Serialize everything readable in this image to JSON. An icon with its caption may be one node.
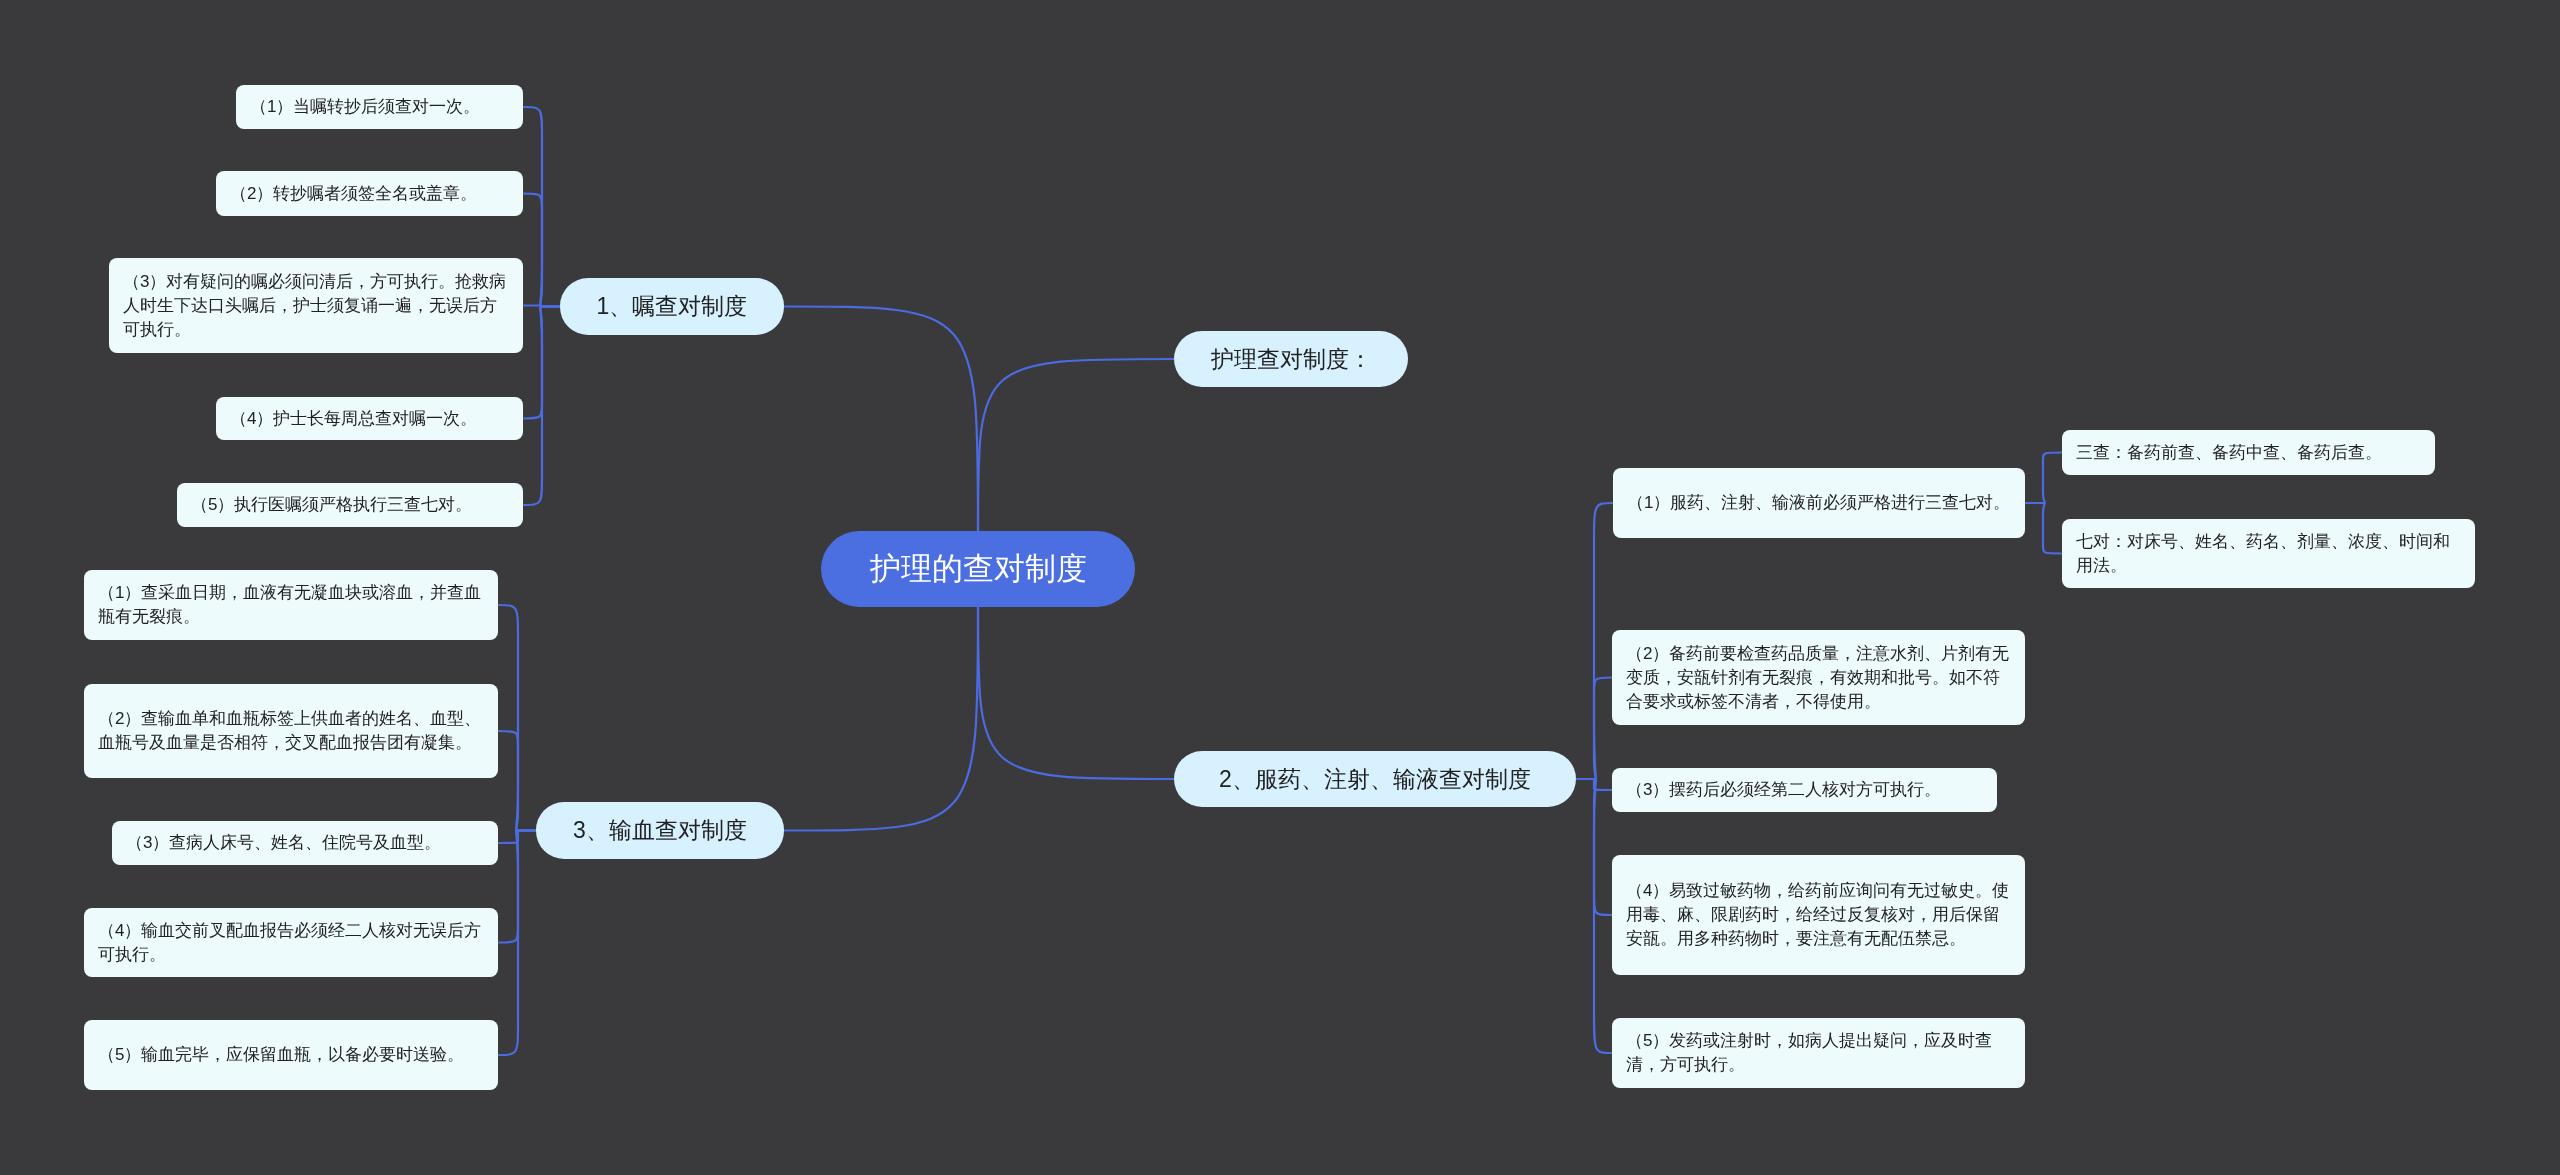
{
  "diagram": {
    "nodes": [
      {
        "text": [
          "护理的查对制度"
        ]
      },
      {
        "text": [
          "护理查对制度："
        ]
      },
      {
        "text": [
          "1、嘱查对制度"
        ]
      },
      {
        "text": [
          "（1）当嘱转抄后须查对一次。"
        ]
      },
      {
        "text": [
          "（2）转抄嘱者须签全名或盖章。"
        ]
      },
      {
        "text": [
          "（3）对有疑问的嘱必须问清后，方可执行。抢救病人时生下达口头嘱后，护士须复诵一遍，无误后方可执行。"
        ]
      },
      {
        "text": [
          "（4）护士长每周总查对嘱一次。"
        ]
      },
      {
        "text": [
          "（5）执行医嘱须严格执行三查七对。"
        ]
      },
      {
        "text": [
          "2、服药、注射、输液查对制度"
        ]
      },
      {
        "text": [
          "（1）服药、注射、输液前必须严格进行三查七对。"
        ]
      },
      {
        "text": [
          "三查：备药前查、备药中查、备药后查。"
        ]
      },
      {
        "text": [
          "七对：对床号、姓名、药名、剂量、浓度、时间和用法。"
        ]
      },
      {
        "text": [
          "（2）备药前要检查药品质量，注意水剂、片剂有无变质，安瓿针剂有无裂痕，有效期和批号。如不符合要求或标签不清者，不得使用。"
        ]
      },
      {
        "text": [
          "（3）摆药后必须经第二人核对方可执行。"
        ]
      },
      {
        "text": [
          "（4）易致过敏药物，给药前应询问有无过敏史。使用毒、麻、限剧药时，给经过反复核对，用后保留安瓿。用多种药物时，要注意有无配伍禁忌。"
        ]
      },
      {
        "text": [
          "（5）发药或注射时，如病人提出疑问，应及时查清，方可执行。"
        ]
      },
      {
        "text": [
          "3、输血查对制度"
        ]
      },
      {
        "text": [
          "（1）查采血日期，血液有无凝血块或溶血，并查血瓶有无裂痕。"
        ]
      },
      {
        "text": [
          "（2）查输血单和血瓶标签上供血者的姓名、血型、血瓶号及血量是否相符，交叉配血报告团有凝集。"
        ]
      },
      {
        "text": [
          "（3）查病人床号、姓名、住院号及血型。"
        ]
      },
      {
        "text": [
          "（4）输血交前叉配血报告必须经二人核对无误后方可执行。"
        ]
      },
      {
        "text": [
          "（5）输血完毕，应保留血瓶，以备必要时送验。"
        ]
      }
    ],
    "edges": [
      {
        "from": 0,
        "to": 1,
        "arrow": "none"
      },
      {
        "from": 0,
        "to": 2,
        "arrow": "none"
      },
      {
        "from": 2,
        "to": 3,
        "arrow": "none"
      },
      {
        "from": 2,
        "to": 4,
        "arrow": "none"
      },
      {
        "from": 2,
        "to": 5,
        "arrow": "none"
      },
      {
        "from": 2,
        "to": 6,
        "arrow": "none"
      },
      {
        "from": 2,
        "to": 7,
        "arrow": "none"
      },
      {
        "from": 0,
        "to": 8,
        "arrow": "none"
      },
      {
        "from": 8,
        "to": 9,
        "arrow": "none"
      },
      {
        "from": 9,
        "to": 10,
        "arrow": "none"
      },
      {
        "from": 9,
        "to": 11,
        "arrow": "none"
      },
      {
        "from": 8,
        "to": 12,
        "arrow": "none"
      },
      {
        "from": 8,
        "to": 13,
        "arrow": "none"
      },
      {
        "from": 8,
        "to": 14,
        "arrow": "none"
      },
      {
        "from": 8,
        "to": 15,
        "arrow": "none"
      },
      {
        "from": 0,
        "to": 16,
        "arrow": "none"
      },
      {
        "from": 16,
        "to": 17,
        "arrow": "none"
      },
      {
        "from": 16,
        "to": 18,
        "arrow": "none"
      },
      {
        "from": 16,
        "to": 19,
        "arrow": "none"
      },
      {
        "from": 16,
        "to": 20,
        "arrow": "none"
      },
      {
        "from": 16,
        "to": 21,
        "arrow": "none"
      }
    ]
  }
}
